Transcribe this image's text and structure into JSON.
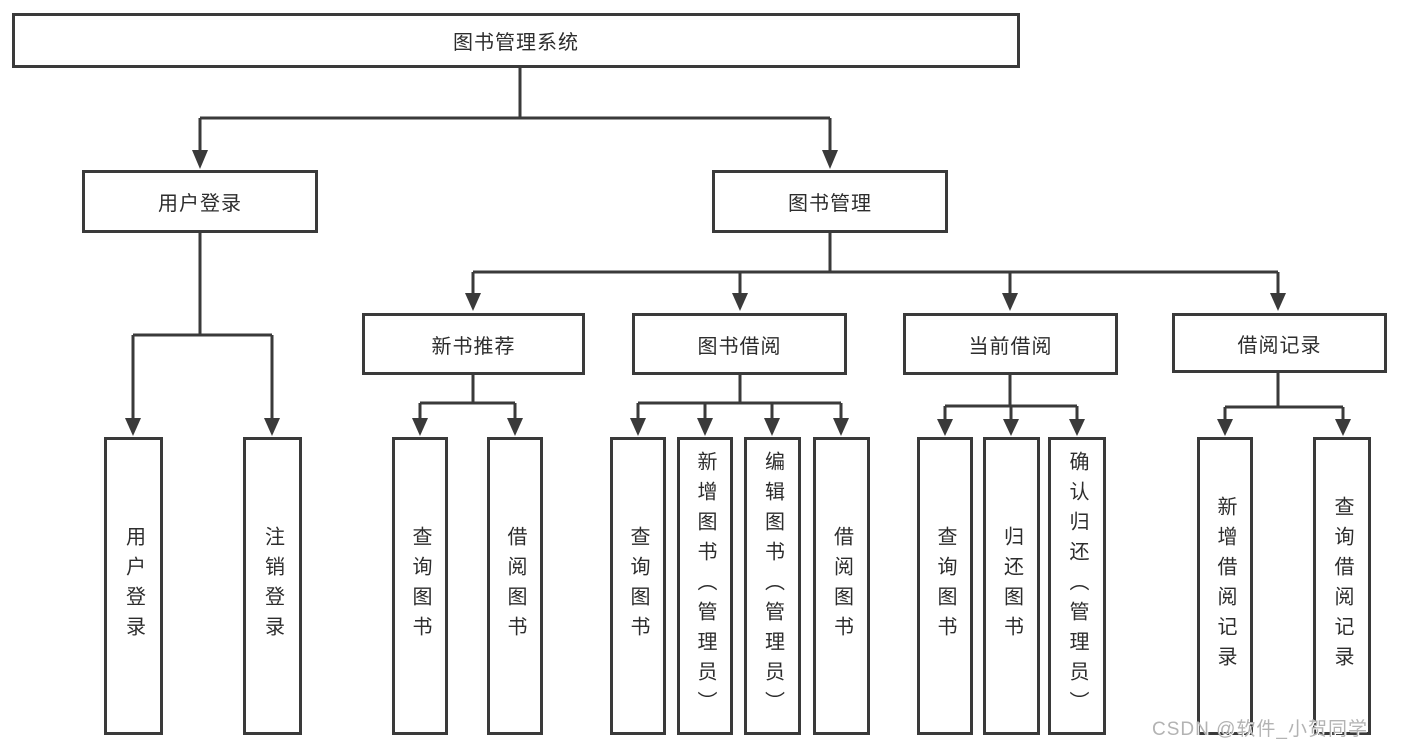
{
  "diagram": {
    "watermark": "CSDN @软件_小贺同学",
    "colors": {
      "line": "#3a3a3a",
      "text": "#2d2d2d",
      "background": "#ffffff",
      "watermark": "#b3b3b3"
    },
    "root": {
      "label": "图书管理系统"
    },
    "branches": [
      {
        "label": "用户登录",
        "children": [
          {
            "label": "用户登录"
          },
          {
            "label": "注销登录"
          }
        ]
      },
      {
        "label": "图书管理",
        "groups": [
          {
            "label": "新书推荐",
            "children": [
              {
                "label": "查询图书"
              },
              {
                "label": "借阅图书"
              }
            ]
          },
          {
            "label": "图书借阅",
            "children": [
              {
                "label": "查询图书"
              },
              {
                "label": "新增图书（管理员）"
              },
              {
                "label": "编辑图书（管理员）"
              },
              {
                "label": "借阅图书"
              }
            ]
          },
          {
            "label": "当前借阅",
            "children": [
              {
                "label": "查询图书"
              },
              {
                "label": "归还图书"
              },
              {
                "label": "确认归还（管理员）"
              }
            ]
          },
          {
            "label": "借阅记录",
            "children": [
              {
                "label": "新增借阅记录"
              },
              {
                "label": "查询借阅记录"
              }
            ]
          }
        ]
      }
    ]
  }
}
